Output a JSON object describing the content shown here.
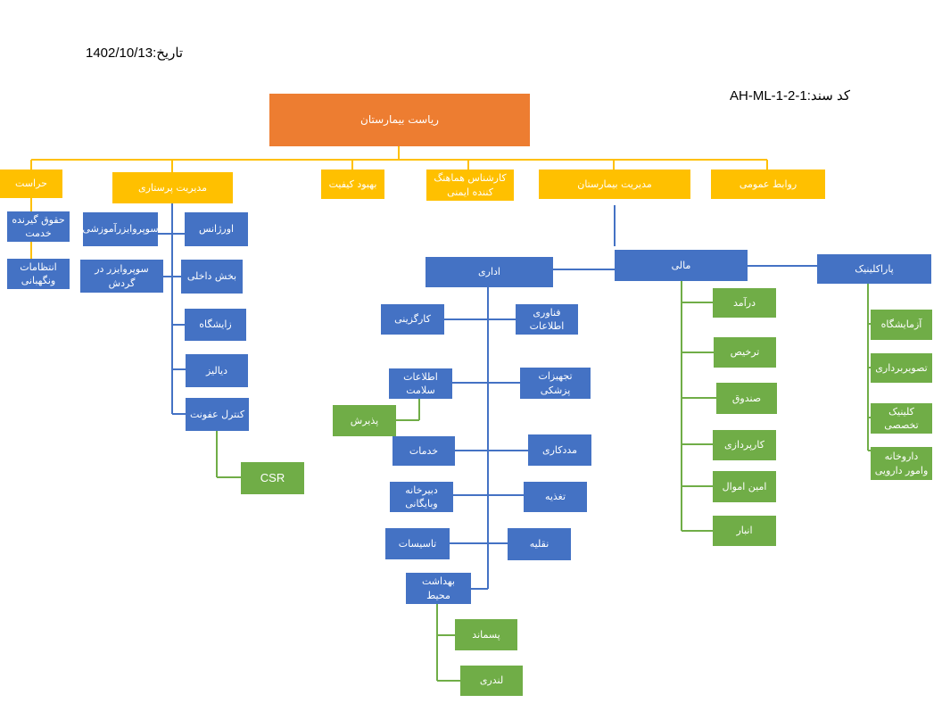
{
  "header": {
    "date_label": "تاریخ:",
    "date_value": "1402/10/13",
    "code_label": "کد سند:",
    "code_value": "AH-ML-1-2-1"
  },
  "colors": {
    "root": "#ED7D31",
    "level1": "#FFC000",
    "unit": "#4472C4",
    "sub_unit": "#70AD47",
    "connector_yellow": "#FFC000",
    "connector_blue": "#4472C4",
    "connector_green": "#70AD47"
  },
  "chart": {
    "root": "ریاست بیمارستان",
    "level1": [
      "حراست",
      "مدیریت پرستاری",
      "بهبود کیفیت",
      "کارشناس هماهنگ کننده ایمنی",
      "مدیریت بیمارستان",
      "روابط عمومی"
    ],
    "security": [
      "حقوق گیرنده خدمت",
      "انتظامات ونگهبانی"
    ],
    "nursing": {
      "supervisors": [
        "سوپروایزرآموزشی",
        "سوپروایزر در گردش"
      ],
      "wards": [
        "اورژانس",
        "بخش داخلی",
        "زایشگاه",
        "دیالیز",
        "کنترل عفونت"
      ],
      "infection_sub": "CSR"
    },
    "management": {
      "finance": "مالی",
      "admin": "اداری",
      "paraclinic": "پاراکلینیک"
    },
    "admin_left": [
      "کارگزینی",
      "اطلاعات سلامت",
      "خدمات",
      "دبیرخانه وبایگانی",
      "تاسیسات",
      "بهداشت محیط"
    ],
    "admin_right": [
      "فناوری اطلاعات",
      "تجهیزات پزشکی",
      "مددکاری",
      "تغذیه",
      "نقلیه"
    ],
    "health_info_sub": "پذیرش",
    "env_health_sub": [
      "پسماند",
      "لندری"
    ],
    "finance_items": [
      "درآمد",
      "ترخیص",
      "صندوق",
      "کارپردازی",
      "امین اموال",
      "انبار"
    ],
    "paraclinic_items": [
      "آزمایشگاه",
      "تصویربرداری",
      "کلینیک تخصصی",
      "داروخانه وامور دارویی"
    ]
  }
}
